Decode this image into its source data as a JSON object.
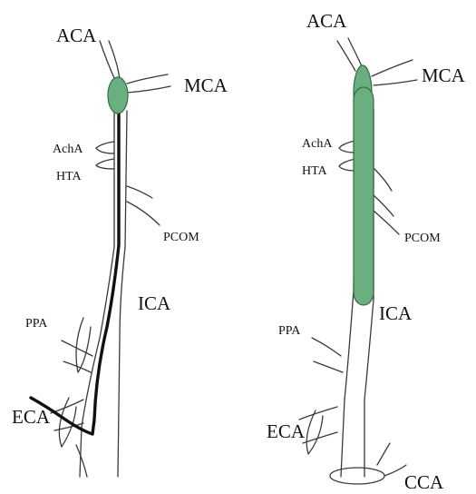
{
  "colors": {
    "line": "#3a3a3a",
    "guidewire": "#111111",
    "occlusion_fill": "#6aaf80",
    "occlusion_stroke": "#2f6e43",
    "background": "#ffffff"
  },
  "left_panel": {
    "labels": {
      "aca": "ACA",
      "mca": "MCA",
      "acha": "AchA",
      "hta": "HTA",
      "pcom": "PCOM",
      "ica": "ICA",
      "ppa": "PPA",
      "eca": "ECA"
    }
  },
  "right_panel": {
    "labels": {
      "aca": "ACA",
      "mca": "MCA",
      "acha": "AchA",
      "hta": "HTA",
      "pcom": "PCOM",
      "ica": "ICA",
      "ppa": "PPA",
      "eca": "ECA",
      "cca": "CCA"
    }
  }
}
